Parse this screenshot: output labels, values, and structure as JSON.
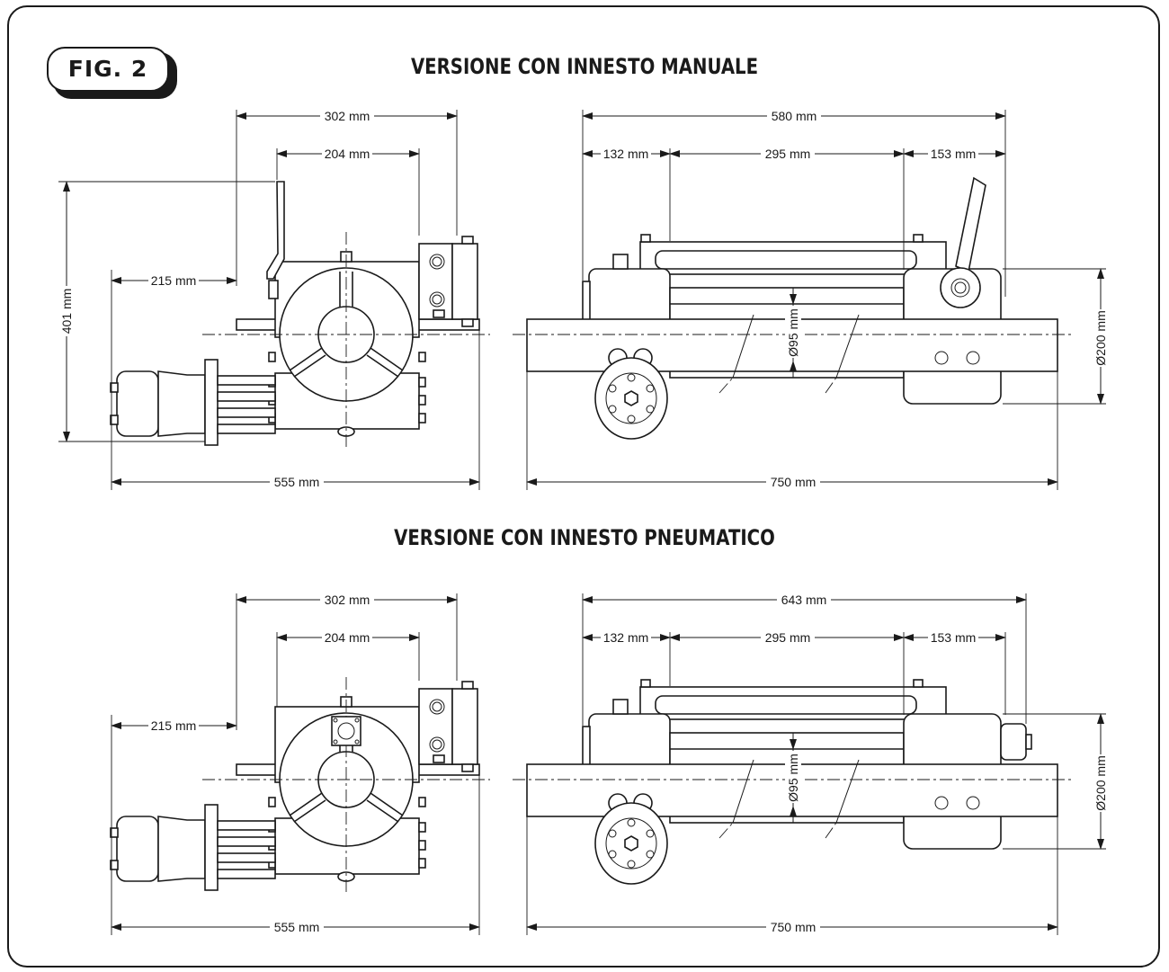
{
  "figure": {
    "label": "FIG.   2"
  },
  "sections": [
    {
      "title": "VERSIONE CON INNESTO MANUALE",
      "dims": {
        "side_total_width": "302 mm",
        "side_inner_width": "204 mm",
        "side_height": "401 mm",
        "motor_offset": "215 mm",
        "side_overall_length": "555 mm",
        "front_total_length": "580 mm",
        "front_left": "132 mm",
        "front_middle": "295 mm",
        "front_right": "153 mm",
        "drum_diameter": "Ø95 mm",
        "flange_diameter": "Ø200 mm",
        "front_overall_length": "750 mm"
      }
    },
    {
      "title": "VERSIONE CON INNESTO PNEUMATICO",
      "dims": {
        "side_total_width": "302 mm",
        "side_inner_width": "204 mm",
        "motor_offset": "215 mm",
        "side_overall_length": "555 mm",
        "front_total_length": "643 mm",
        "front_left": "132 mm",
        "front_middle": "295 mm",
        "front_right": "153 mm",
        "drum_diameter": "Ø95 mm",
        "flange_diameter": "Ø200 mm",
        "front_overall_length": "750 mm"
      }
    }
  ]
}
